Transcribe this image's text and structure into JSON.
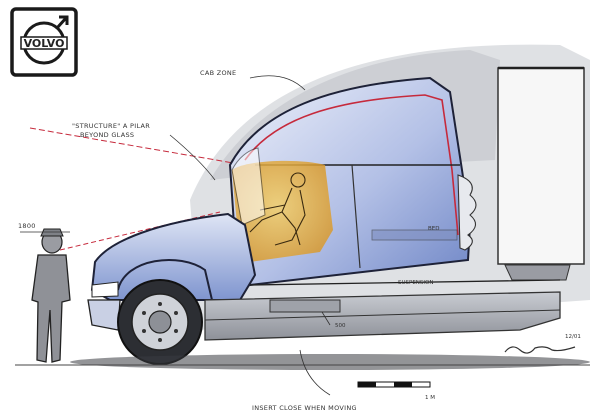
{
  "logo": {
    "brand": "VOLVO"
  },
  "annotations": {
    "cab_zone": "CAB ZONE",
    "structure_line1": "\"STRUCTURE\" A PILAR",
    "structure_line2": "BEYOND GLASS",
    "height_mark": "1800",
    "bed": "BED",
    "suspension": "SUSPENSION",
    "step_height": "500",
    "step_note": "INSERT CLOSE WHEN MOVING",
    "scale": "1 M",
    "date": "12/01"
  },
  "colors": {
    "cab_blue": "#8fa4d6",
    "cab_light": "#d7def2",
    "driver_zone": "#e3b146",
    "accent_red": "#c62a3c",
    "shadow_grey": "#b9bcc2"
  }
}
